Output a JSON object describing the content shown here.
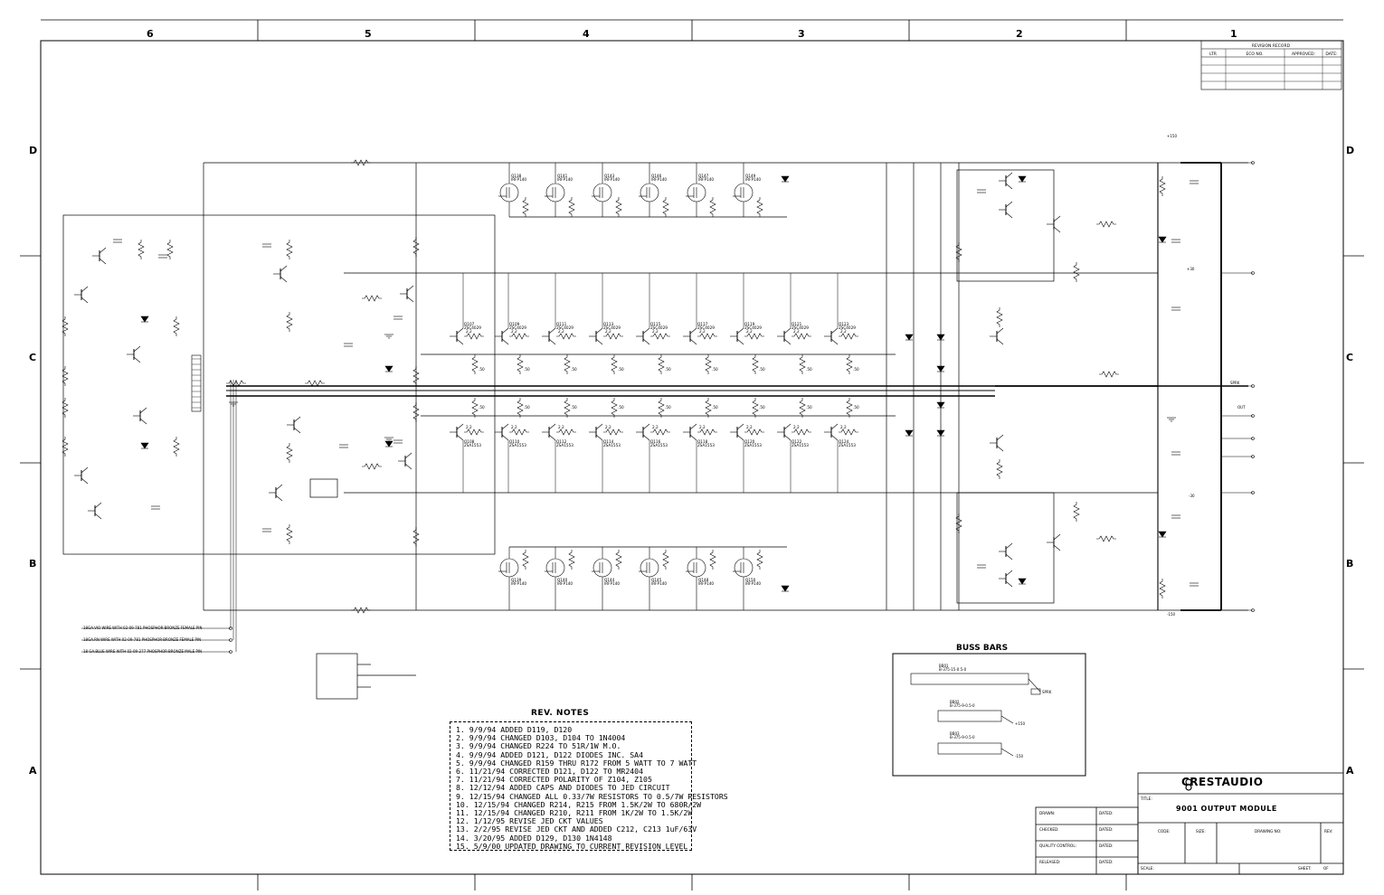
{
  "zones": {
    "top": [
      "6",
      "5",
      "4",
      "3",
      "2",
      "1"
    ],
    "side": [
      "D",
      "C",
      "B",
      "A"
    ]
  },
  "revision_record": {
    "title": "REVISION RECORD",
    "headers": [
      "LTR",
      "ECO NO.",
      "APPROVED:",
      "DATE:"
    ]
  },
  "rev_notes": {
    "title": "REV. NOTES",
    "lines": [
      "1.   9/9/94 ADDED D119, D120",
      "2.   9/9/94 CHANGED D103, D104 TO 1N4004",
      "3.   9/9/94 CHANGED R224 TO 51R/1W M.O.",
      "4.   9/9/94 ADDED D121, D122 DIODES INC. SA4",
      "5.   9/9/94 CHANGED R159 THRU R172 FROM 5 WATT TO 7 WATT",
      "6.   11/21/94 CORRECTED D121, D122 TO MR2404",
      "7.   11/21/94 CORRECTED POLARITY OF Z104, Z105",
      "8.   12/12/94 ADDED CAPS AND DIODES TO JED CIRCUIT",
      "9.   12/15/94 CHANGED ALL 0.33/7W RESISTORS TO 0.5/7W RESISTORS",
      "10.  12/15/94 CHANGED R214, R215 FROM 1.5K/2W TO 680R/2W",
      "11.  12/15/94 CHANGED R210, R211 FROM 1K/2W TO 1.5K/2W",
      "12.  1/12/95 REVISE JED CKT VALUES",
      "13.  2/2/95 REVISE JED CKT AND ADDED C212, C213 1uF/63V",
      "14.  3/20/95 ADDED D129, D130 1N4148",
      "15.  5/9/00 UPDATED DRAWING TO CURRENT REVISION LEVEL"
    ]
  },
  "buss_bars": {
    "title": "BUSS BARS",
    "bars": [
      {
        "ref": "BB01",
        "part": "B-375-15-0.5-0",
        "out": "SPRK"
      },
      {
        "ref": "BB02",
        "part": "B-375-9-0.5-0",
        "out": "+150"
      },
      {
        "ref": "BB03",
        "part": "B-375-9-0.5-0",
        "out": "-150"
      }
    ]
  },
  "title_block": {
    "company": "CRESTAUDIO",
    "title_label": "TITLE:",
    "title": "9001 OUTPUT MODULE",
    "fields": [
      "DRAWN:",
      "CHECKED:",
      "QUALITY CONTROL:",
      "RELEASED:"
    ],
    "date_label": "DATED:",
    "code_label": "CODE:",
    "size_label": "SIZE:",
    "drawing_no_label": "DRAWING NO:",
    "rev_label": "REV:",
    "scale_label": "SCALE:",
    "sheet_label": "SHEET:",
    "sheet_value": "OF"
  },
  "wires": {
    "left": [
      "18GA.VIO WIRE WITH 02-09-781 PHOSPHOR-BRONZE FEMALE PIN",
      "18GA.RN WIRE WITH 02-09-781 PHOSPHOR-BRONZE FEMALE PIN",
      "18 GA.BLUE WIRE WITH 02-09-277 PHOSPHOR-BRONZE MALE PIN"
    ],
    "right": [
      "+150",
      "+30",
      "OUT",
      "SPRK",
      "-30",
      "-150"
    ]
  },
  "components": {
    "q_top": [
      "Q138",
      "Q141",
      "Q143",
      "Q146",
      "Q147",
      "Q149"
    ],
    "q_top_type": "IRFP140",
    "q_bot": [
      "Q139",
      "Q140",
      "Q144",
      "Q145",
      "Q148",
      "Q150"
    ],
    "q_bot_type": "IRFP140",
    "npn": [
      "Q107",
      "Q109",
      "Q111",
      "Q113",
      "Q115",
      "Q117",
      "Q119",
      "Q121",
      "Q123"
    ],
    "npn_type": "2SC4029",
    "pnp": [
      "Q108",
      "Q110",
      "Q112",
      "Q114",
      "Q116",
      "Q118",
      "Q120",
      "Q122",
      "Q124"
    ],
    "pnp_type": "2SA1553",
    "res_val": ".50",
    "driver_val": "2.2"
  }
}
